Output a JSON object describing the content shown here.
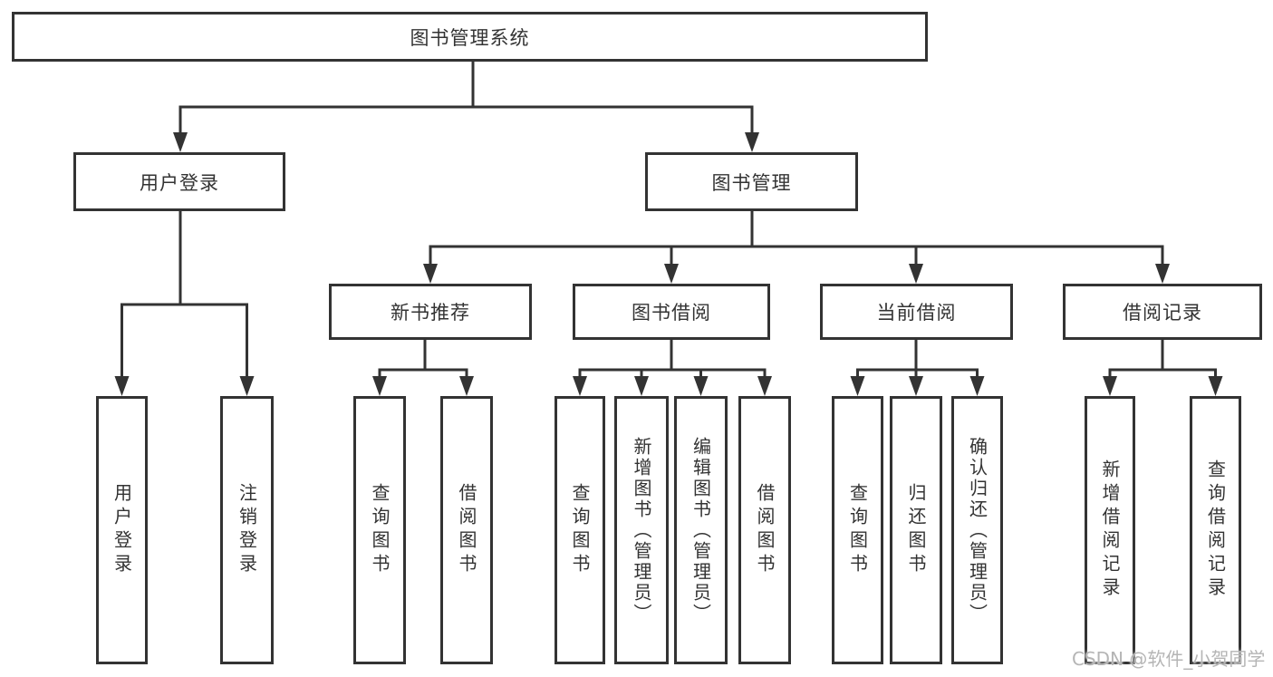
{
  "tree": {
    "root": "图书管理系统",
    "user_login": {
      "label": "用户登录",
      "children": [
        "用户登录",
        "注销登录"
      ]
    },
    "book_mgmt": {
      "label": "图书管理",
      "groups": [
        {
          "label": "新书推荐",
          "children": [
            "查询图书",
            "借阅图书"
          ]
        },
        {
          "label": "图书借阅",
          "children": [
            "查询图书",
            "新增图书（管理员）",
            "编辑图书（管理员）",
            "借阅图书"
          ]
        },
        {
          "label": "当前借阅",
          "children": [
            "查询图书",
            "归还图书",
            "确认归还（管理员）"
          ]
        },
        {
          "label": "借阅记录",
          "children": [
            "新增借阅记录",
            "查询借阅记录"
          ]
        }
      ]
    }
  },
  "watermark": {
    "text": "CSDN @软件_小贺同学"
  },
  "colors": {
    "line": "#333333",
    "text": "#333333",
    "watermark": "#b5b5b5",
    "background": "#ffffff"
  }
}
